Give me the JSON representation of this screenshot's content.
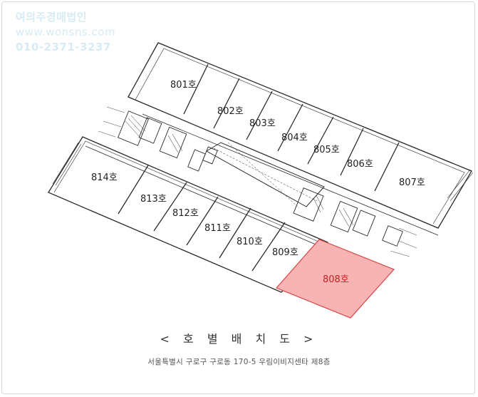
{
  "watermark": {
    "line1": "여의주경매법인",
    "line2": "www.wonsns.com",
    "line3": "010-2371-3237"
  },
  "units": [
    {
      "label": "801호"
    },
    {
      "label": "802호"
    },
    {
      "label": "803호"
    },
    {
      "label": "804호"
    },
    {
      "label": "805호"
    },
    {
      "label": "806호"
    },
    {
      "label": "807호"
    },
    {
      "label": "808호",
      "highlighted": true
    },
    {
      "label": "809호"
    },
    {
      "label": "810호"
    },
    {
      "label": "811호"
    },
    {
      "label": "812호"
    },
    {
      "label": "813호"
    },
    {
      "label": "814호"
    }
  ],
  "caption": "< 호 별 배 치 도 >",
  "address": "서울특별시 구로구 구로동 170-5 우림이비지센타 제8층",
  "colors": {
    "highlight_fill": "#f8b4b4",
    "highlight_stroke": "#d94444",
    "line": "#2a2a2a"
  }
}
